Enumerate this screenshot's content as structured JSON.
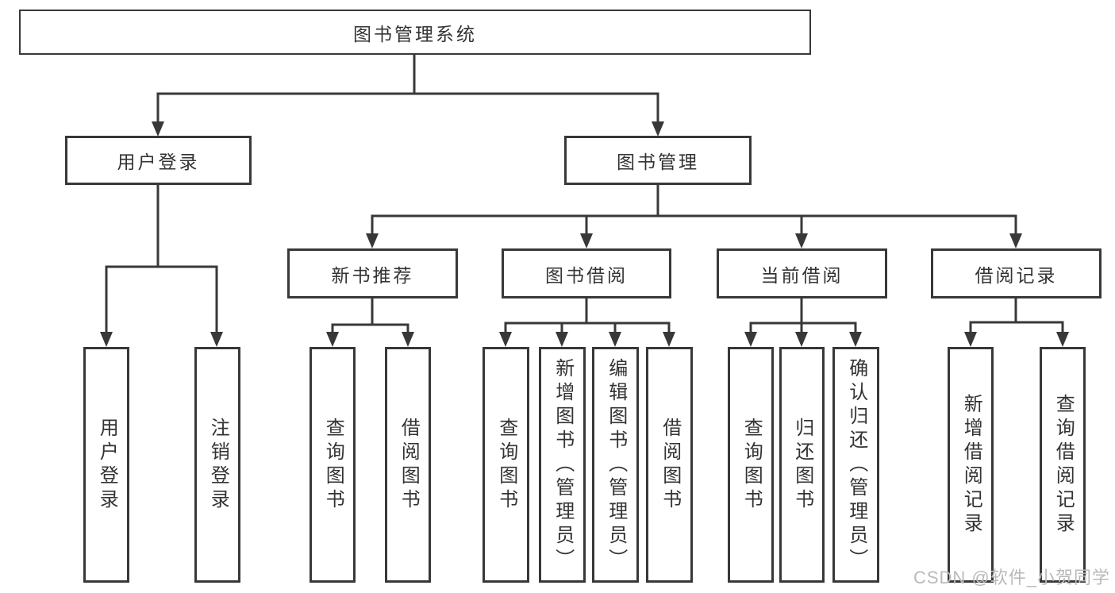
{
  "diagram": {
    "title": "图书管理系统",
    "branches": [
      {
        "label": "用户登录",
        "children": [
          {
            "label": "用户登录"
          },
          {
            "label": "注销登录"
          }
        ]
      },
      {
        "label": "图书管理",
        "children": [
          {
            "label": "新书推荐",
            "children": [
              {
                "label": "查询图书"
              },
              {
                "label": "借阅图书"
              }
            ]
          },
          {
            "label": "图书借阅",
            "children": [
              {
                "label": "查询图书"
              },
              {
                "label": "新增图书（管理员）"
              },
              {
                "label": "编辑图书（管理员）"
              },
              {
                "label": "借阅图书"
              }
            ]
          },
          {
            "label": "当前借阅",
            "children": [
              {
                "label": "查询图书"
              },
              {
                "label": "归还图书"
              },
              {
                "label": "确认归还（管理员）"
              }
            ]
          },
          {
            "label": "借阅记录",
            "children": [
              {
                "label": "新增借阅记录"
              },
              {
                "label": "查询借阅记录"
              }
            ]
          }
        ]
      }
    ]
  },
  "watermark": {
    "text": "CSDN @软件_小贺同学"
  },
  "colors": {
    "line": "#383838",
    "box_border": "#383838",
    "text": "#333333",
    "watermark": "#b9b9b9",
    "background": "#ffffff"
  }
}
